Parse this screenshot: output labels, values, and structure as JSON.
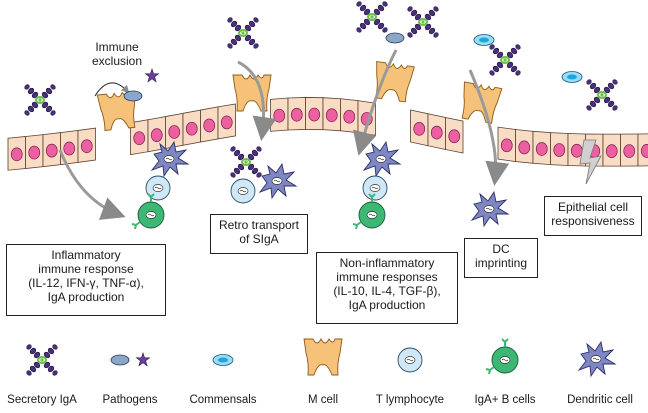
{
  "diagram": {
    "labels": {
      "immune_exclusion": [
        "Immune",
        "exclusion"
      ],
      "retro_transport": [
        "Retro transport",
        "of SIgA"
      ],
      "inflammatory": [
        "Inflammatory",
        "immune response",
        "(IL-12, IFN-γ, TNF-α),",
        "IgA production"
      ],
      "non_inflammatory": [
        "Non-inflammatory",
        "immune responses",
        "(IL-10, IL-4, TGF-β),",
        "IgA production"
      ],
      "dc_imprinting": [
        "DC",
        "imprinting"
      ],
      "epithelial": [
        "Epithelial cell",
        "responsiveness"
      ]
    },
    "legend": [
      {
        "name": "secretory-iga",
        "label": "Secretory IgA"
      },
      {
        "name": "pathogens",
        "label": "Pathogens"
      },
      {
        "name": "commensals",
        "label": "Commensals"
      },
      {
        "name": "m-cell",
        "label": "M cell"
      },
      {
        "name": "t-lymphocyte",
        "label": "T lymphocyte"
      },
      {
        "name": "iga-b-cells",
        "label": "IgA+ B cells"
      },
      {
        "name": "dendritic-cell",
        "label": "Dendritic cell"
      }
    ],
    "colors": {
      "epithelium": "#f8dcc4",
      "nucleus": "#ec5fa0",
      "m_cell": "#f6c27a",
      "iga_purple": "#4a2f7e",
      "iga_green": "#6cbf4a",
      "pathogen": "#8aa7c8",
      "commensal": "#1fa4dc",
      "t_cell": "#cfe8f8",
      "b_cell": "#3cb874",
      "dendritic": "#7f86c4",
      "arrow": "#9a9a9a"
    }
  }
}
